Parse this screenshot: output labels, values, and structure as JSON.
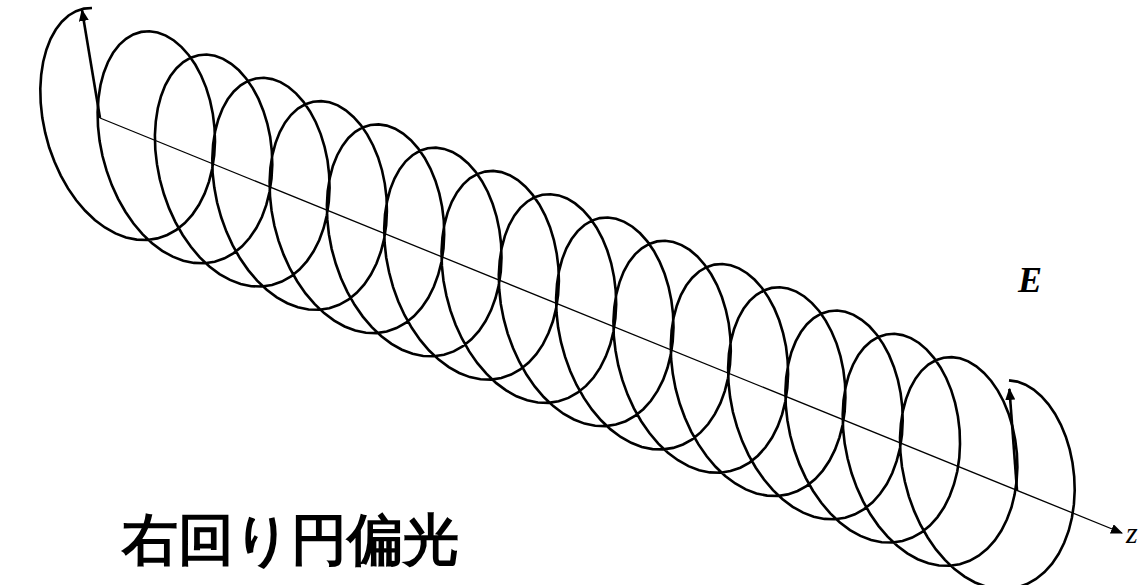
{
  "diagram": {
    "labels": [
      "E",
      "右回り円偏光",
      "z"
    ]
  }
}
